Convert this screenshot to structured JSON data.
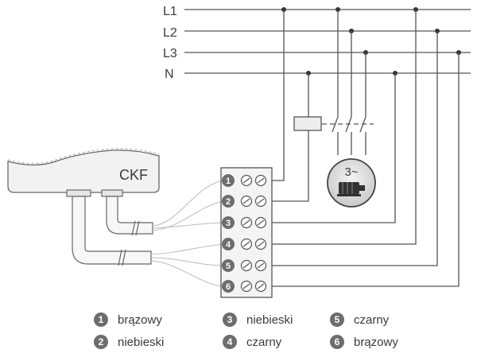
{
  "lines": {
    "l1": "L1",
    "l2": "L2",
    "l3": "L3",
    "n": "N"
  },
  "device": {
    "label": "CKF"
  },
  "motor": {
    "label": "3~"
  },
  "terminals": [
    "1",
    "2",
    "3",
    "4",
    "5",
    "6"
  ],
  "legend": [
    {
      "num": "1",
      "text": "brązowy"
    },
    {
      "num": "2",
      "text": "niebieski"
    },
    {
      "num": "3",
      "text": "niebieski"
    },
    {
      "num": "4",
      "text": "czarny"
    },
    {
      "num": "5",
      "text": "czarny"
    },
    {
      "num": "6",
      "text": "brązowy"
    }
  ],
  "colors": {
    "line": "#555555",
    "terminal_badge": "#6d6d6d",
    "device_fill": "#f2f2f2",
    "background": "#ffffff"
  }
}
